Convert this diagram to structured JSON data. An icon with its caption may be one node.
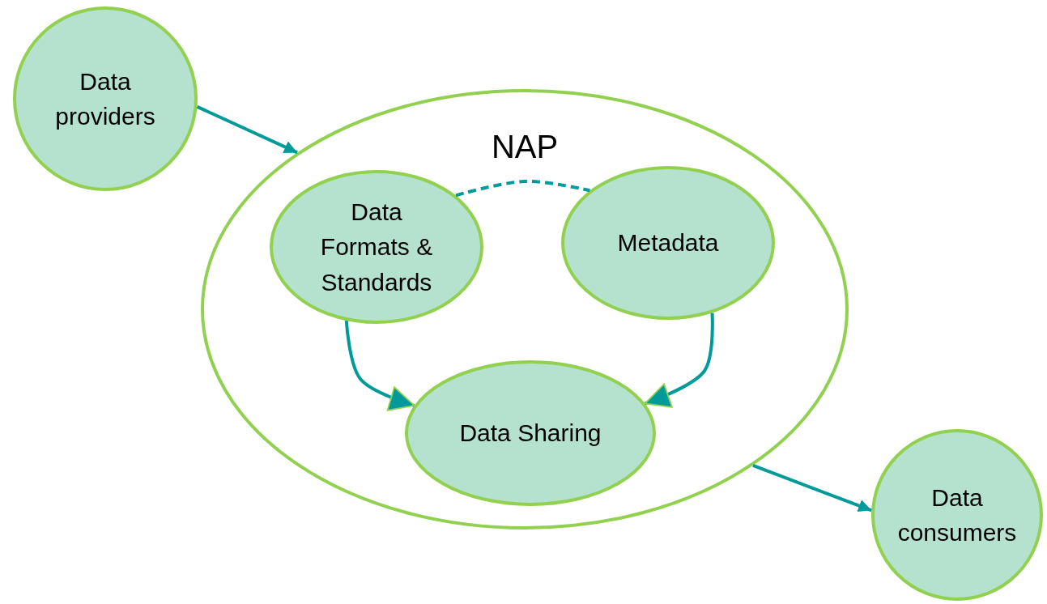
{
  "diagram": {
    "nodes": [
      {
        "text": [
          "Data providers"
        ]
      },
      {
        "text": [
          "NAP"
        ]
      },
      {
        "text": [
          "Data Formats & Standards"
        ],
        "in": 1
      },
      {
        "text": [
          "Metadata"
        ],
        "in": 1
      },
      {
        "text": [
          "Data Sharing"
        ],
        "in": 1
      },
      {
        "text": [
          "Data consumers"
        ]
      }
    ],
    "edges": [
      {
        "from": 0,
        "to": 1,
        "arrow": "to"
      },
      {
        "from": 2,
        "to": 3,
        "arrow": "none",
        "style": "dashed"
      },
      {
        "from": 2,
        "to": 4,
        "arrow": "to"
      },
      {
        "from": 3,
        "to": 4,
        "arrow": "to"
      },
      {
        "from": 1,
        "to": 5,
        "arrow": "to"
      }
    ]
  }
}
